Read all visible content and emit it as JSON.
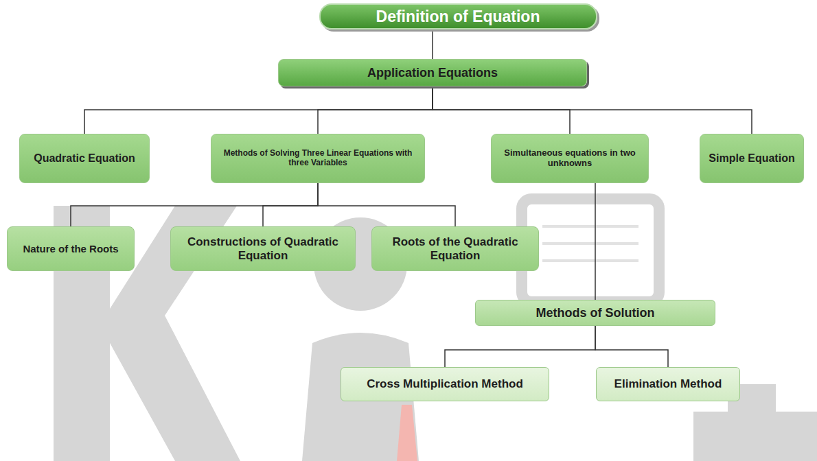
{
  "diagram": {
    "nodes": [
      {
        "text": [
          "Definition of Equation"
        ]
      },
      {
        "text": [
          "Application Equations"
        ]
      },
      {
        "text": [
          "Quadratic Equation"
        ]
      },
      {
        "text": [
          "Methods of Solving Three Linear Equations with three Variables"
        ]
      },
      {
        "text": [
          "Simultaneous equations in two unknowns"
        ]
      },
      {
        "text": [
          "Simple Equation"
        ]
      },
      {
        "text": [
          "Nature of the Roots"
        ]
      },
      {
        "text": [
          "Constructions of Quadratic Equation"
        ]
      },
      {
        "text": [
          "Roots of the Quadratic Equation"
        ]
      },
      {
        "text": [
          "Methods of Solution"
        ]
      },
      {
        "text": [
          "Cross Multiplication Method"
        ]
      },
      {
        "text": [
          "Elimination Method"
        ]
      }
    ],
    "edges": [
      {
        "from": 0,
        "to": 1,
        "arrow": "none"
      },
      {
        "from": 1,
        "to": 2,
        "arrow": "none"
      },
      {
        "from": 1,
        "to": 3,
        "arrow": "none"
      },
      {
        "from": 1,
        "to": 4,
        "arrow": "none"
      },
      {
        "from": 1,
        "to": 5,
        "arrow": "none"
      },
      {
        "from": 3,
        "to": 6,
        "arrow": "none"
      },
      {
        "from": 3,
        "to": 7,
        "arrow": "none"
      },
      {
        "from": 3,
        "to": 8,
        "arrow": "none"
      },
      {
        "from": 4,
        "to": 9,
        "arrow": "none"
      },
      {
        "from": 9,
        "to": 10,
        "arrow": "none"
      },
      {
        "from": 9,
        "to": 11,
        "arrow": "none"
      }
    ]
  }
}
